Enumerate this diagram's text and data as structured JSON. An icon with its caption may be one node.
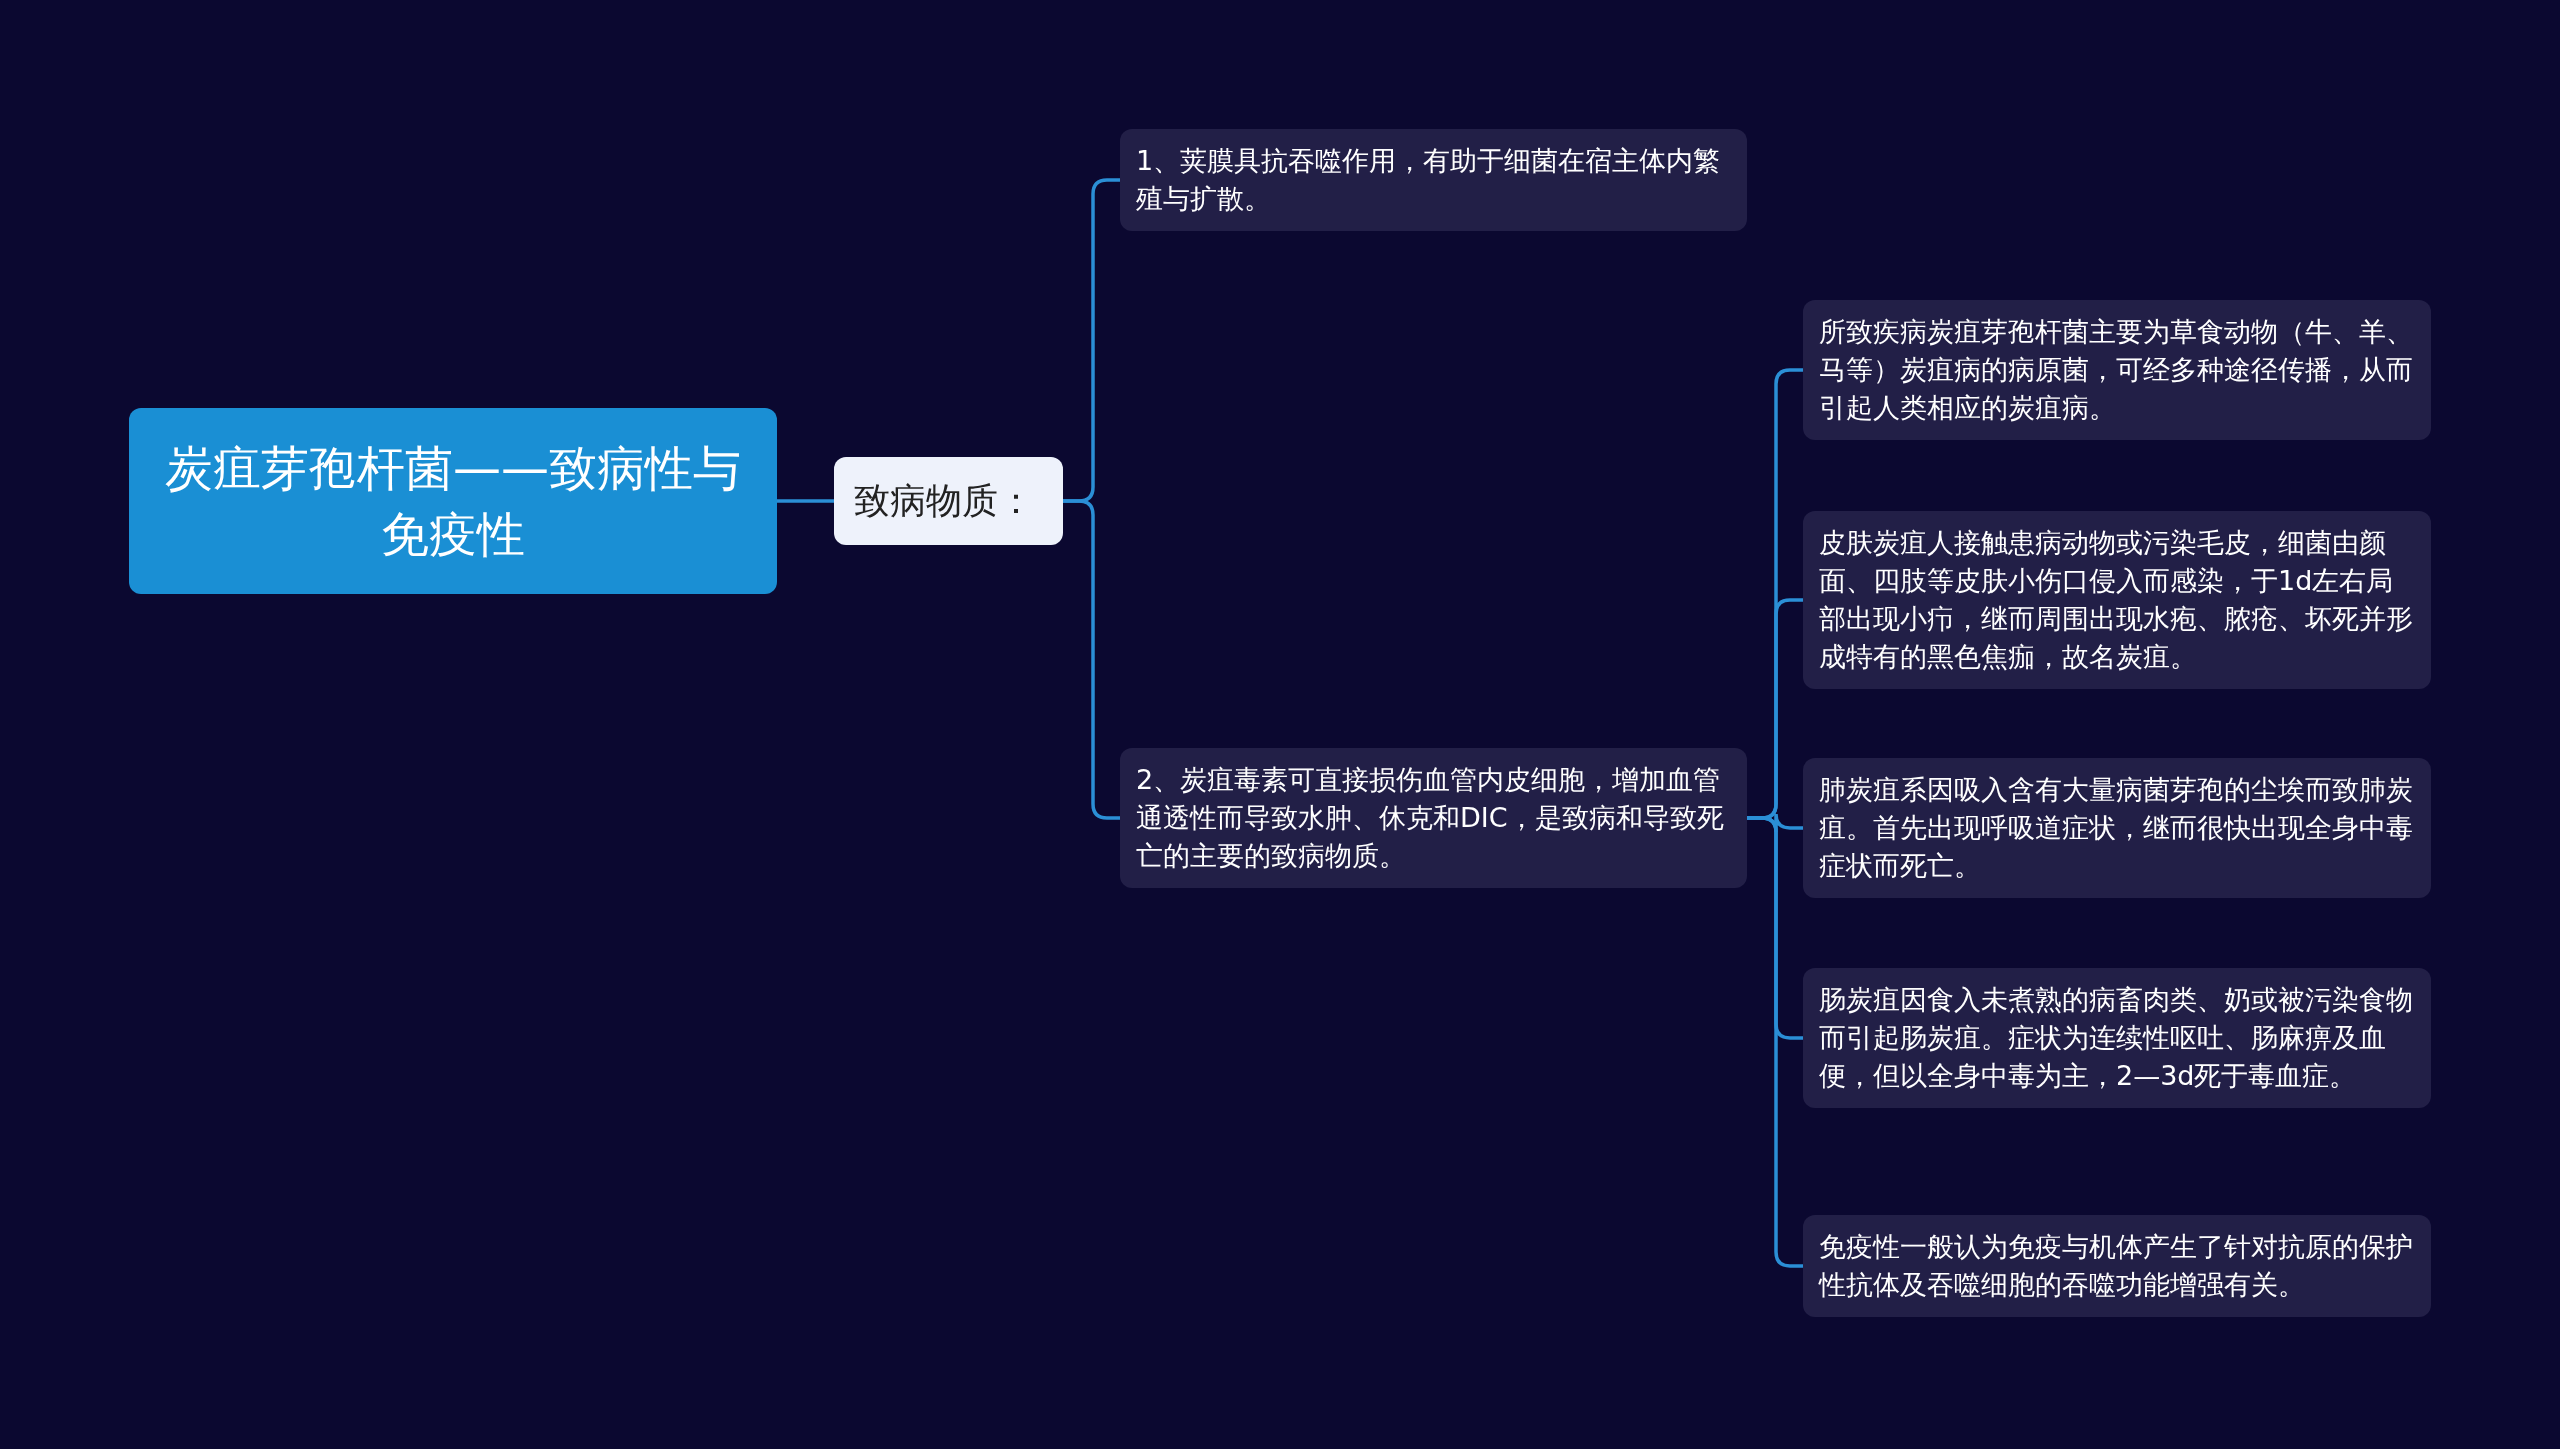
{
  "diagram": {
    "nodes": [
      {
        "text": [
          "炭疽芽孢杆菌——致病性与免疫性"
        ]
      },
      {
        "text": [
          "致病物质："
        ]
      },
      {
        "text": [
          "1、荚膜具抗吞噬作用，有助于细菌在宿主体内繁殖与扩散。"
        ]
      },
      {
        "text": [
          "2、炭疽毒素可直接损伤血管内皮细胞，增加血管通透性而导致水肿、休克和DIC，是致病和导致死亡的主要的致病物质。"
        ]
      },
      {
        "text": [
          "所致疾病炭疽芽孢杆菌主要为草食动物（牛、羊、马等）炭疽病的病原菌，可经多种途径传播，从而引起人类相应的炭疽病。"
        ]
      },
      {
        "text": [
          "皮肤炭疽人接触患病动物或污染毛皮，细菌由颜面、四肢等皮肤小伤口侵入而感染，于1d左右局部出现小疖，继而周围出现水疱、脓疮、坏死并形成特有的黑色焦痂，故名炭疽。"
        ]
      },
      {
        "text": [
          "肺炭疽系因吸入含有大量病菌芽孢的尘埃而致肺炭疽。首先出现呼吸道症状，继而很快出现全身中毒症状而死亡。"
        ]
      },
      {
        "text": [
          "肠炭疽因食入未煮熟的病畜肉类、奶或被污染食物而引起肠炭疽。症状为连续性呕吐、肠麻痹及血便，但以全身中毒为主，2—3d死于毒血症。"
        ]
      },
      {
        "text": [
          "免疫性一般认为免疫与机体产生了针对抗原的保护性抗体及吞噬细胞的吞噬功能增强有关。"
        ]
      }
    ],
    "edges": [
      {
        "from": 0,
        "to": 1,
        "arrow": "none"
      },
      {
        "from": 1,
        "to": 2,
        "arrow": "none"
      },
      {
        "from": 1,
        "to": 3,
        "arrow": "none"
      },
      {
        "from": 3,
        "to": 4,
        "arrow": "none"
      },
      {
        "from": 3,
        "to": 5,
        "arrow": "none"
      },
      {
        "from": 3,
        "to": 6,
        "arrow": "none"
      },
      {
        "from": 3,
        "to": 7,
        "arrow": "none"
      },
      {
        "from": 3,
        "to": 8,
        "arrow": "none"
      }
    ]
  }
}
